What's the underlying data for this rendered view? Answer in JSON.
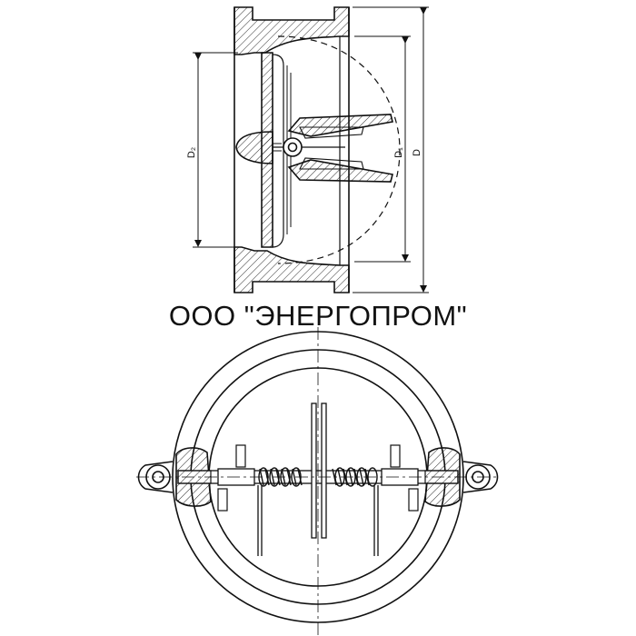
{
  "company_name": "ООО \"ЭНЕРГОПРОМ\"",
  "side_view": {
    "dimension_labels": {
      "d2": "D₂",
      "d1": "D₁",
      "d": "D"
    }
  },
  "colors": {
    "line": "#111111",
    "background": "#ffffff"
  }
}
